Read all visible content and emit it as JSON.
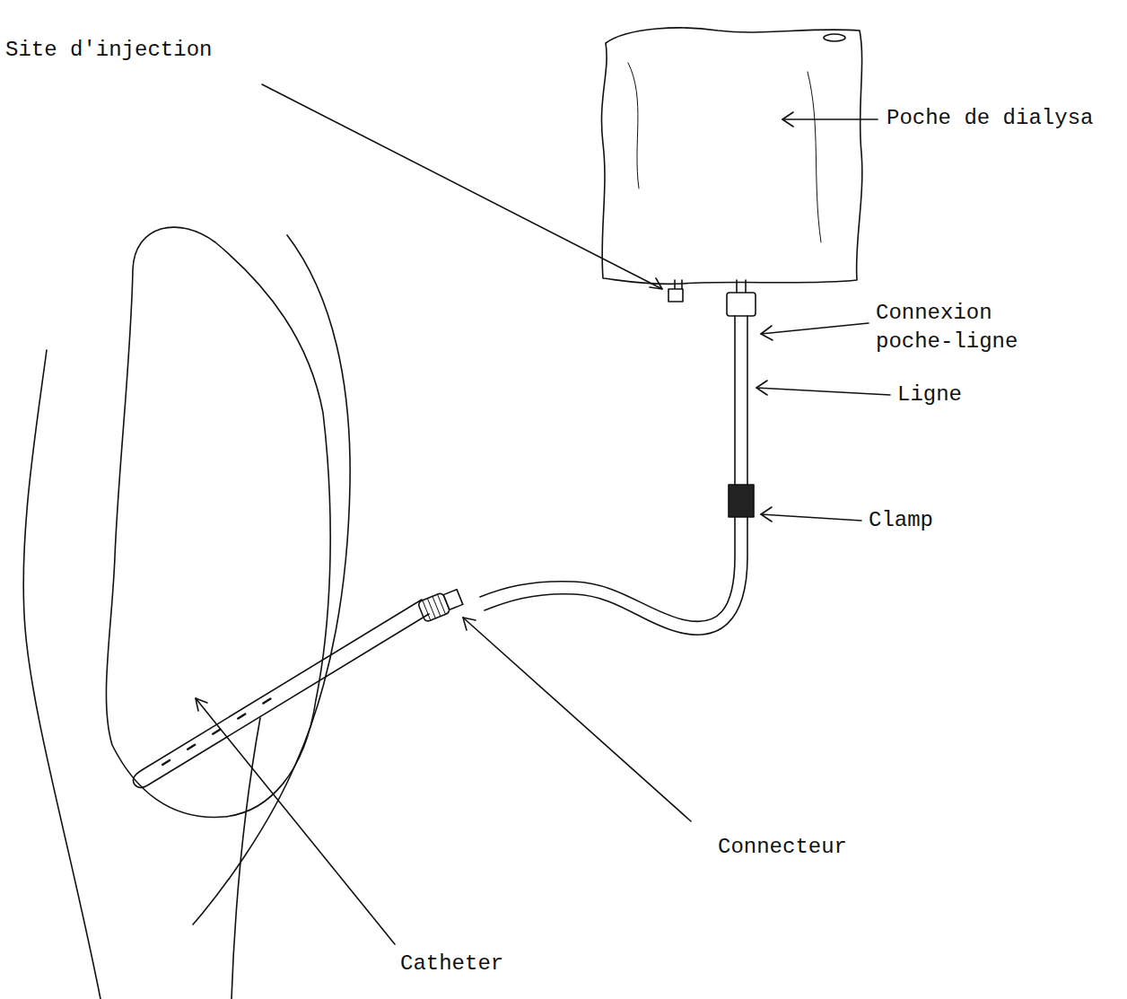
{
  "diagram": {
    "labels": [
      "Site d'injection",
      "Poche de dialysa",
      "Connexion poche-ligne",
      "Ligne",
      "Clamp",
      "Connecteur",
      "Catheter"
    ]
  }
}
